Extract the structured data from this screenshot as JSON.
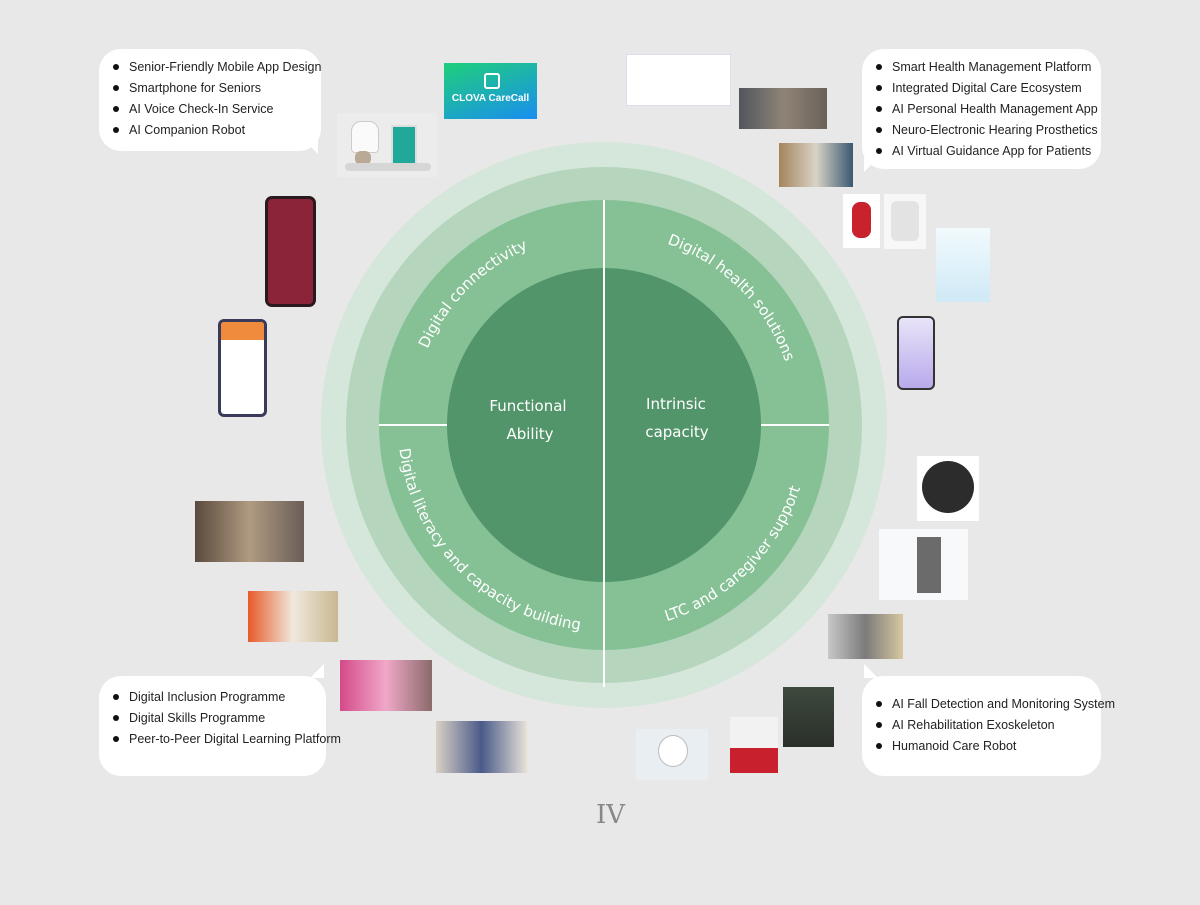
{
  "center": {
    "left_label_line1": "Functional",
    "left_label_line2": "Ability",
    "right_label_line1": "Intrinsic",
    "right_label_line2": "capacity"
  },
  "quadrants": {
    "top_left": "Digital connectivity",
    "top_right": "Digital health solutions",
    "bottom_left": "Digital literacy and capacity building",
    "bottom_right": "LTC and caregiver support"
  },
  "bubbles": {
    "top_left": [
      "Senior-Friendly Mobile App Design",
      "Smartphone for Seniors",
      "AI Voice Check-In Service",
      "AI Companion Robot"
    ],
    "top_right": [
      "Smart Health Management Platform",
      "Integrated Digital Care Ecosystem",
      "AI Personal Health Management App",
      "Neuro-Electronic Hearing Prosthetics",
      "AI Virtual Guidance App for Patients"
    ],
    "bottom_left": [
      "Digital Inclusion Programme",
      "Digital Skills Programme",
      "Peer-to-Peer Digital Learning Platform"
    ],
    "bottom_right": [
      "AI Fall Detection and Monitoring System",
      "AI Rehabilitation Exoskeleton",
      "Humanoid Care Robot"
    ]
  },
  "logo": {
    "clova": "CLOVA CareCall"
  },
  "page_number": "IV",
  "colors": {
    "background": "#e8e8e8",
    "outer_ring": "#d5e6da",
    "middle_ring": "#b5d5bd",
    "quadrant_ring": "#86c196",
    "inner_circle": "#52956a"
  }
}
